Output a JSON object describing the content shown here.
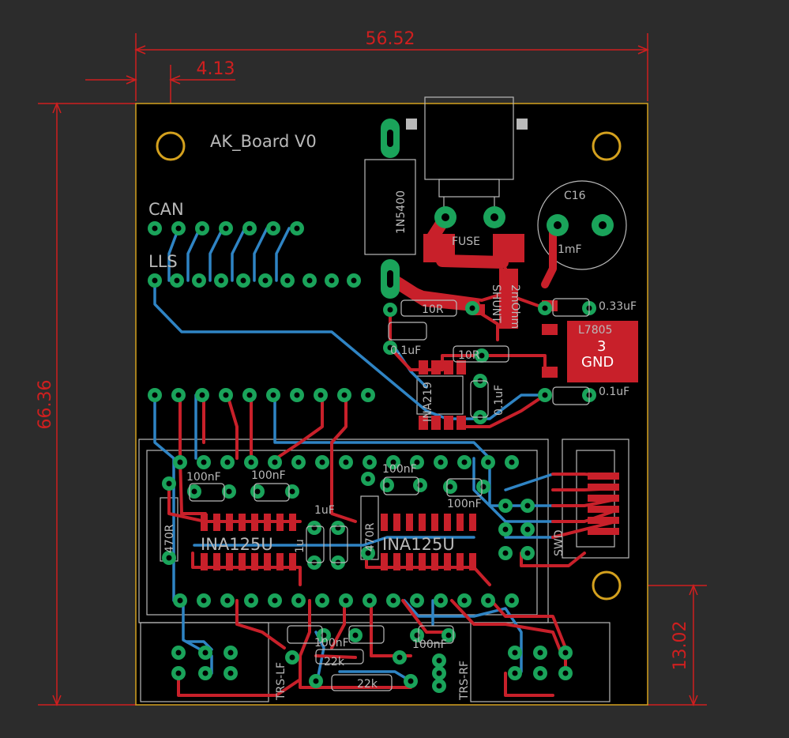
{
  "board": {
    "title": "AK_Board V0",
    "connector_labels": {
      "can": "CAN",
      "lls": "LLS",
      "swd": "SWD"
    }
  },
  "dimensions": {
    "width": "56.52",
    "hole_offset": "4.13",
    "height": "66.36",
    "hole_height": "13.02"
  },
  "components": {
    "diode": "1N5400",
    "fuse": "FUSE",
    "cap_c16": "C16",
    "cap_c16_value": "1mF",
    "regulator": "L7805",
    "regulator_pad_number": "3",
    "regulator_pad_label": "GND",
    "cap_033": "0.33uF",
    "cap_01_right": "0.1uF",
    "cap_01_vertical": "0.1uF",
    "cap_01_left": "0.1uF",
    "res_10r_top": "10R",
    "res_10r_bottom": "10R",
    "ina219": "INA219",
    "ina125_left": "INA125U",
    "ina125_right": "INA125U",
    "cap_100nf_1": "100nF",
    "cap_100nf_2": "100nF",
    "cap_100nf_3": "100nF",
    "cap_100nf_4": "100nF",
    "cap_100nf_5": "100nF",
    "cap_100nf_6": "100nF",
    "cap_1uf": "1uF",
    "cap_1u_vertical": "1u",
    "res_470_left": "470R",
    "res_470_right": "470R",
    "res_22k_1": "22k",
    "res_22k_2": "22k",
    "shunt_label": "2mOhm",
    "shunt_ref": "SHUNT",
    "conn_left_label": "TRS-LF",
    "conn_right_label": "TRS-RF"
  },
  "colors": {
    "background": "#2c2c2c",
    "board": "#000000",
    "outline": "#d4a11e",
    "dimension": "#cf1f1f",
    "top_copper": "#c8202a",
    "bottom_copper": "#2f84c4",
    "pad": "#1aa35a",
    "silkscreen": "#b9b9b9"
  }
}
